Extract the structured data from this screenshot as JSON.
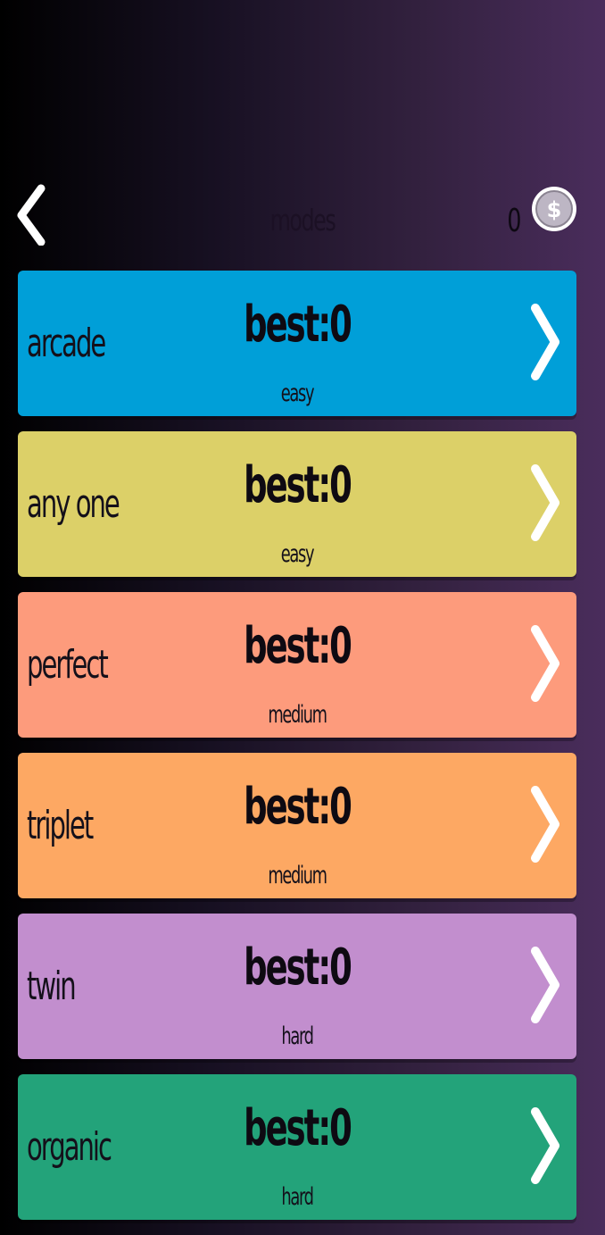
{
  "header": {
    "title": "modes",
    "coins": "0",
    "back_icon": "chevron-left-icon",
    "coin_icon": "dollar-coin-icon"
  },
  "modes": [
    {
      "name": "arcade",
      "best_label": "best:",
      "best": "0",
      "difficulty": "easy",
      "color": "#009fd8"
    },
    {
      "name": "any one",
      "best_label": "best:",
      "best": "0",
      "difficulty": "easy",
      "color": "#dcd068"
    },
    {
      "name": "perfect",
      "best_label": "best:",
      "best": "0",
      "difficulty": "medium",
      "color": "#fd9b7c"
    },
    {
      "name": "triplet",
      "best_label": "best:",
      "best": "0",
      "difficulty": "medium",
      "color": "#fda863"
    },
    {
      "name": "twin",
      "best_label": "best:",
      "best": "0",
      "difficulty": "hard",
      "color": "#c28ece"
    },
    {
      "name": "organic",
      "best_label": "best:",
      "best": "0",
      "difficulty": "hard",
      "color": "#23a37a"
    }
  ],
  "colors": {
    "background_start": "#000000",
    "background_end": "#4a2d5c",
    "arrow": "#ffffff"
  },
  "icons": {
    "card_arrow": "chevron-right-icon"
  }
}
